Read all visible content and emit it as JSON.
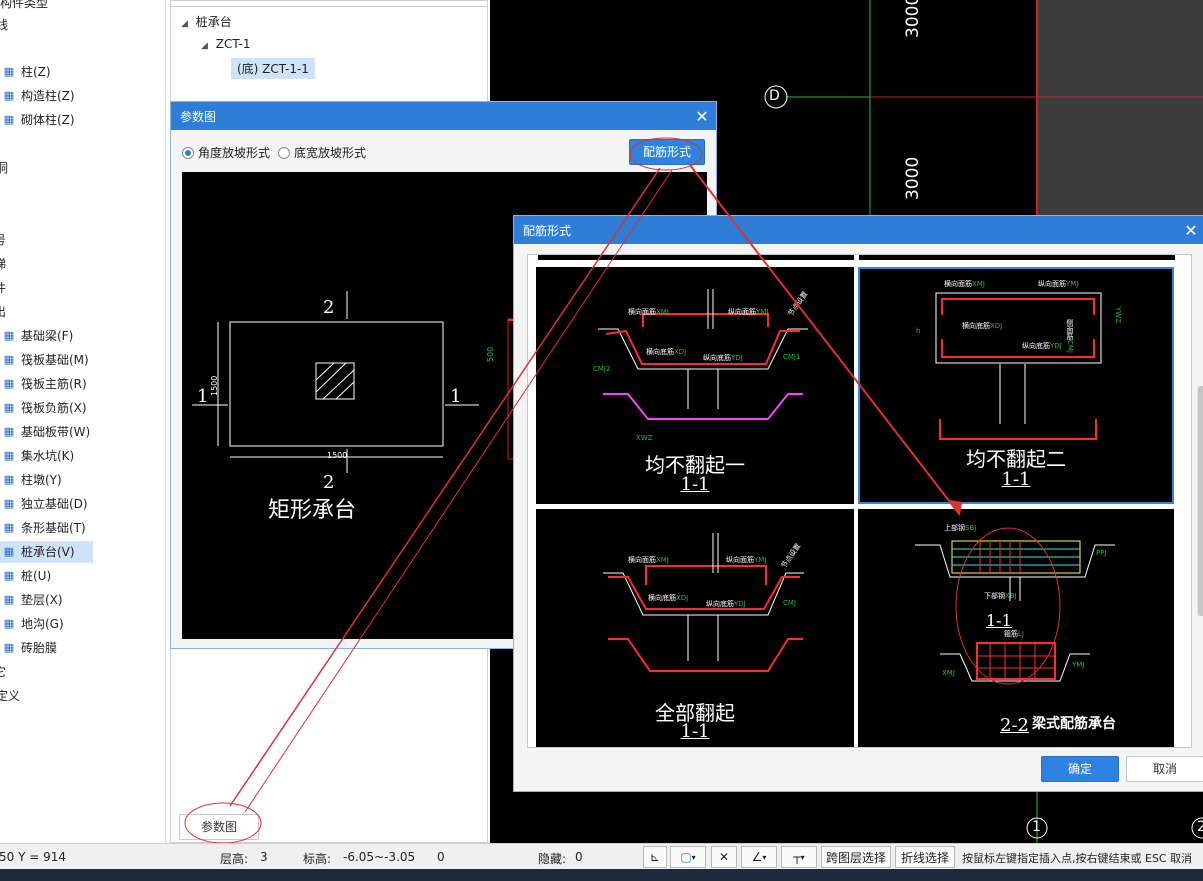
{
  "left_tree": {
    "top_partial": "构件类型",
    "top_partial2": "线",
    "group_columns": [
      {
        "label": "柱(Z)",
        "icon": "column-icon"
      },
      {
        "label": "构造柱(Z)",
        "icon": "construct-column-icon"
      },
      {
        "label": "砌体柱(Z)",
        "icon": "masonry-column-icon"
      }
    ],
    "partial_opening": "洞",
    "partial_1": "号",
    "partial_2": "梯",
    "partial_3": "件",
    "partial_4": "出",
    "foundation_items": [
      {
        "label": "基础梁(F)",
        "icon": "foundation-beam-icon"
      },
      {
        "label": "筏板基础(M)",
        "icon": "raft-foundation-icon"
      },
      {
        "label": "筏板主筋(R)",
        "icon": "raft-main-rebar-icon"
      },
      {
        "label": "筏板负筋(X)",
        "icon": "raft-neg-rebar-icon"
      },
      {
        "label": "基础板带(W)",
        "icon": "foundation-strip-icon"
      },
      {
        "label": "集水坑(K)",
        "icon": "sump-pit-icon"
      },
      {
        "label": "柱墩(Y)",
        "icon": "column-pier-icon"
      },
      {
        "label": "独立基础(D)",
        "icon": "isolated-foundation-icon"
      },
      {
        "label": "条形基础(T)",
        "icon": "strip-foundation-icon"
      },
      {
        "label": "桩承台(V)",
        "icon": "pile-cap-icon",
        "selected": true
      },
      {
        "label": "桩(U)",
        "icon": "pile-icon"
      },
      {
        "label": "垫层(X)",
        "icon": "cushion-icon"
      },
      {
        "label": "地沟(G)",
        "icon": "trench-icon"
      },
      {
        "label": "砖胎膜",
        "icon": "brick-mold-icon"
      }
    ],
    "partial_5": "它",
    "partial_6": "定义"
  },
  "mid_tree": {
    "root": "桩承台",
    "child": "ZCT-1",
    "leaf": "(底) ZCT-1-1"
  },
  "param_button": "参数图",
  "param_dialog": {
    "title": "参数图",
    "radio_angle": "角度放坡形式",
    "radio_width": "底宽放坡形式",
    "rebar_button": "配筋形式",
    "drawing": {
      "section_top": "2",
      "section_bottom": "2",
      "section_left": "1",
      "section_right": "1",
      "dim_width": "1500",
      "dim_height": "1500",
      "dim_side": "500",
      "caption": "矩形承台"
    }
  },
  "rebar_dialog": {
    "title": "配筋形式",
    "cells": [
      {
        "label": "均不翻起一",
        "section": "1-1"
      },
      {
        "label": "均不翻起二",
        "section": "1-1",
        "selected": true
      },
      {
        "label": "全部翻起",
        "section": "1-1"
      },
      {
        "label": "梁式配筋承台",
        "section": "2-2",
        "section_top": "1-1"
      }
    ],
    "annot": {
      "cross_top": "横向面筋",
      "cross_top_code": "XMJ",
      "long_top": "纵向面筋",
      "long_top_code": "YMJ",
      "cross_bot": "横向底筋",
      "cross_bot_code": "XDJ",
      "long_bot": "纵向底筋",
      "long_bot_code": "YDJ",
      "side": "侧面筋",
      "side_code": "CMJ",
      "code_cmj1": "CMJ1",
      "code_cmj2": "CMJ2",
      "code_xwz": "XWZ",
      "code_ywz": "YWZ",
      "code_lwz": "LWZ",
      "code_sbj": "SBJ",
      "code_ppj": "PPJ",
      "code_xbj": "XBJ",
      "code_lj": "LJ",
      "code_ymj": "YMJ",
      "code_xmj": "XMJ",
      "upper_rebar": "上部钢",
      "lower_rebar": "下部钢",
      "stirrup": "箍筋",
      "node_detail": "节点设置",
      "cmj_cell2": "CMJ",
      "h_label": "h"
    },
    "ok": "确定",
    "cancel": "取消"
  },
  "cad": {
    "dim_top": "3000",
    "dim_mid": "3000",
    "axis_d": "D",
    "axis_1": "1",
    "axis_2": "2"
  },
  "status": {
    "coords": "50 Y = 914",
    "floor_height_label": "层高:",
    "floor_height": "3",
    "elev_label": "标高:",
    "elev": "-6.05~-3.05",
    "elev_extra": "0",
    "hidden_label": "隐藏:",
    "hidden": "0",
    "cross_layer": "跨图层选择",
    "polyline": "折线选择",
    "hint": "按鼠标左键指定插入点,按右键结束或 ESC 取消"
  },
  "colors": {
    "title_blue": "#2e7ed8",
    "cad_bg": "#000000",
    "annot_red": "#e03030",
    "rebar_red": "#ff2a2a",
    "rebar_magenta": "#ff3cff",
    "grid_green": "#1fbf3a"
  }
}
